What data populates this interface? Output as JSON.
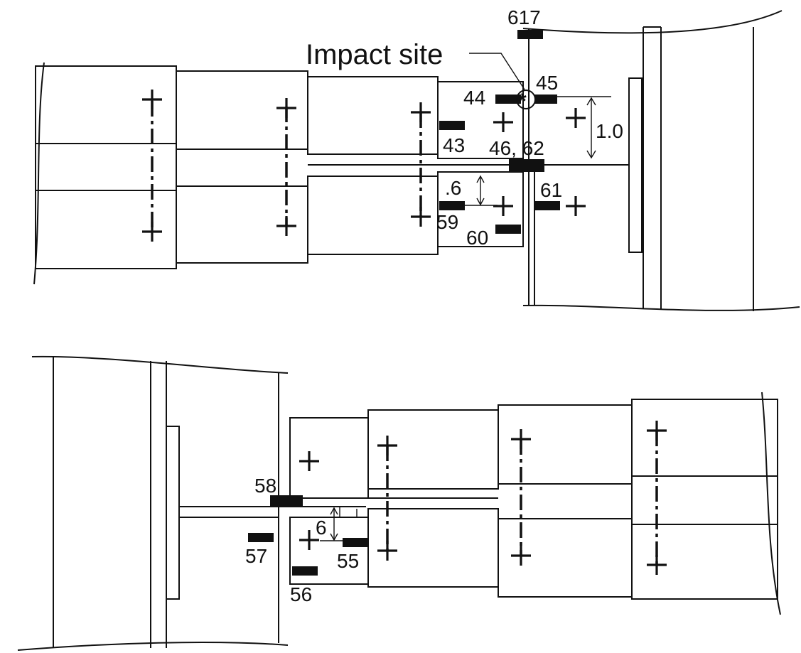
{
  "impact_label": "Impact site",
  "top": {
    "g617": "617",
    "g45": "45",
    "g44": "44",
    "g43": "43",
    "g4662": "46, 62",
    "dim_1_0": "1.0",
    "dim_0_6": ".6",
    "g61": "61",
    "g59": "59",
    "g60": "60"
  },
  "bottom": {
    "g58": "58",
    "dim_6": "6",
    "g57": "57",
    "g55": "55",
    "g56": "56"
  }
}
